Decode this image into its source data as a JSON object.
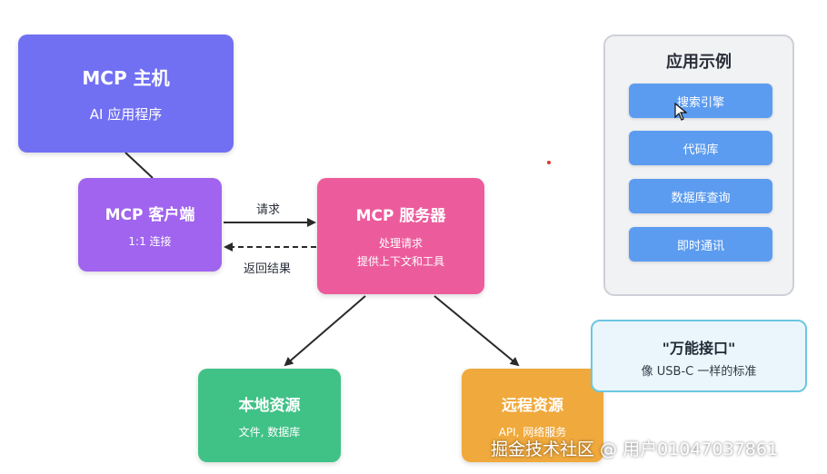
{
  "host": {
    "title": "MCP 主机",
    "subtitle": "AI 应用程序"
  },
  "client": {
    "title": "MCP 客户端",
    "subtitle": "1:1 连接"
  },
  "server": {
    "title": "MCP 服务器",
    "line1": "处理请求",
    "line2": "提供上下文和工具"
  },
  "edges": {
    "request": "请求",
    "response": "返回结果"
  },
  "local": {
    "title": "本地资源",
    "subtitle": "文件, 数据库"
  },
  "remote": {
    "title": "远程资源",
    "subtitle": "API, 网络服务"
  },
  "examples": {
    "heading": "应用示例",
    "items": [
      "搜索引擎",
      "代码库",
      "数据库查询",
      "即时通讯"
    ]
  },
  "usbc": {
    "title": "\"万能接口\"",
    "subtitle": "像 USB-C 一样的标准"
  },
  "watermark": "掘金技术社区 @ 用户01047037861",
  "colors": {
    "host": "#7170f3",
    "client": "#a064ee",
    "server": "#ec5c9c",
    "local": "#40c287",
    "remote": "#f0a93c",
    "example_button": "#5c9cf0"
  }
}
